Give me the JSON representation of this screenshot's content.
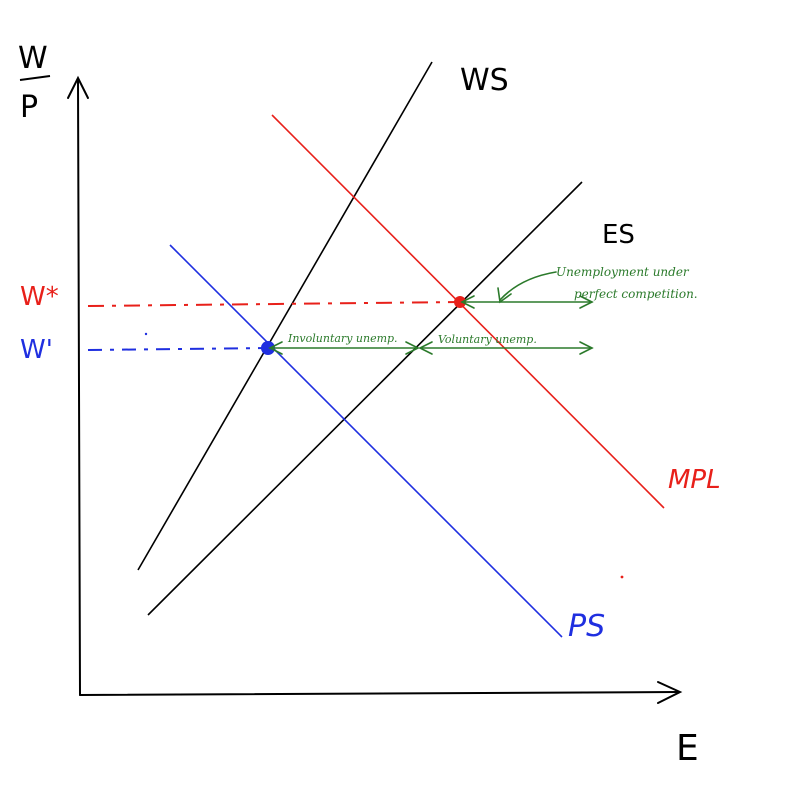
{
  "colors": {
    "axis": "#000000",
    "ws": "#000000",
    "es": "#000000",
    "mpl": "#e8201a",
    "ps": "#1f2fe0",
    "annotation": "#2b7a2b",
    "w_star": "#e8201a",
    "w_prime": "#1f2fe0"
  },
  "axes": {
    "y_label_top": "W",
    "y_label_bottom": "P",
    "x_label": "E"
  },
  "curves": {
    "ws": "WS",
    "es": "ES",
    "mpl": "MPL",
    "ps": "PS"
  },
  "levels": {
    "w_star": "W*",
    "w_prime": "W'"
  },
  "annotations": {
    "unemployment_line1": "Unemployment under",
    "unemployment_line2": "perfect competition.",
    "involuntary": "Involuntary unemp.",
    "voluntary": "Voluntary unemp."
  }
}
